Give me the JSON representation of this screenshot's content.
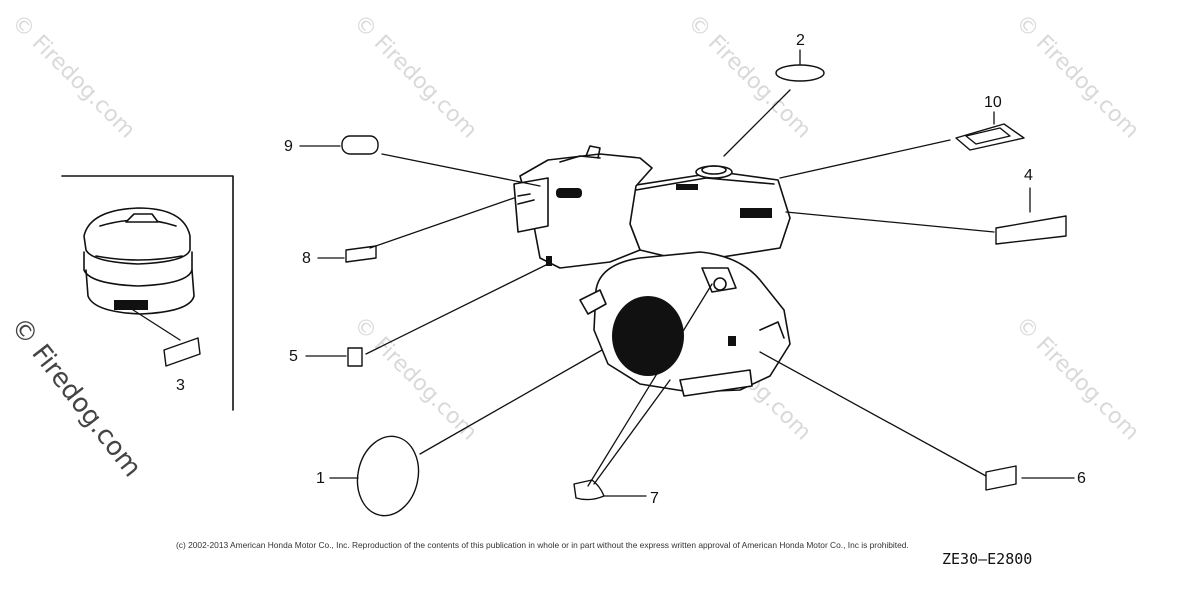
{
  "watermark": {
    "text": "© Firedog.com"
  },
  "callouts": [
    {
      "label": "1"
    },
    {
      "label": "2"
    },
    {
      "label": "3"
    },
    {
      "label": "4"
    },
    {
      "label": "5"
    },
    {
      "label": "6"
    },
    {
      "label": "7"
    },
    {
      "label": "8"
    },
    {
      "label": "9"
    },
    {
      "label": "10"
    }
  ],
  "footer": {
    "copyright": "(c) 2002-2013 American Honda Motor Co., Inc. Reproduction of the contents of this publication in whole or in part without the express written approval of American Honda Motor Co., Inc is prohibited.",
    "diagram_code": "ZE30—E2800"
  }
}
